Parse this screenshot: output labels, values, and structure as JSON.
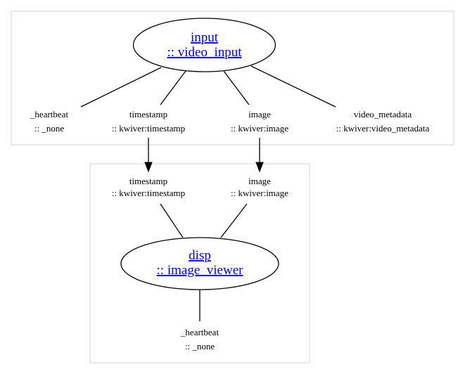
{
  "nodes": {
    "input": {
      "name": "input",
      "type": ":: video_input",
      "ports": {
        "heartbeat": {
          "name": "_heartbeat",
          "type": ":: _none"
        },
        "timestamp": {
          "name": "timestamp",
          "type": ":: kwiver:timestamp"
        },
        "image": {
          "name": "image",
          "type": ":: kwiver:image"
        },
        "video_metadata": {
          "name": "video_metadata",
          "type": ":: kwiver:video_metadata"
        }
      }
    },
    "disp": {
      "name": "disp",
      "type": ":: image_viewer",
      "ports": {
        "timestamp": {
          "name": "timestamp",
          "type": ":: kwiver:timestamp"
        },
        "image": {
          "name": "image",
          "type": ":: kwiver:image"
        },
        "heartbeat": {
          "name": "_heartbeat",
          "type": ":: _none"
        }
      }
    }
  },
  "connections": [
    {
      "from": "input.timestamp",
      "to": "disp.timestamp"
    },
    {
      "from": "input.image",
      "to": "disp.image"
    }
  ]
}
